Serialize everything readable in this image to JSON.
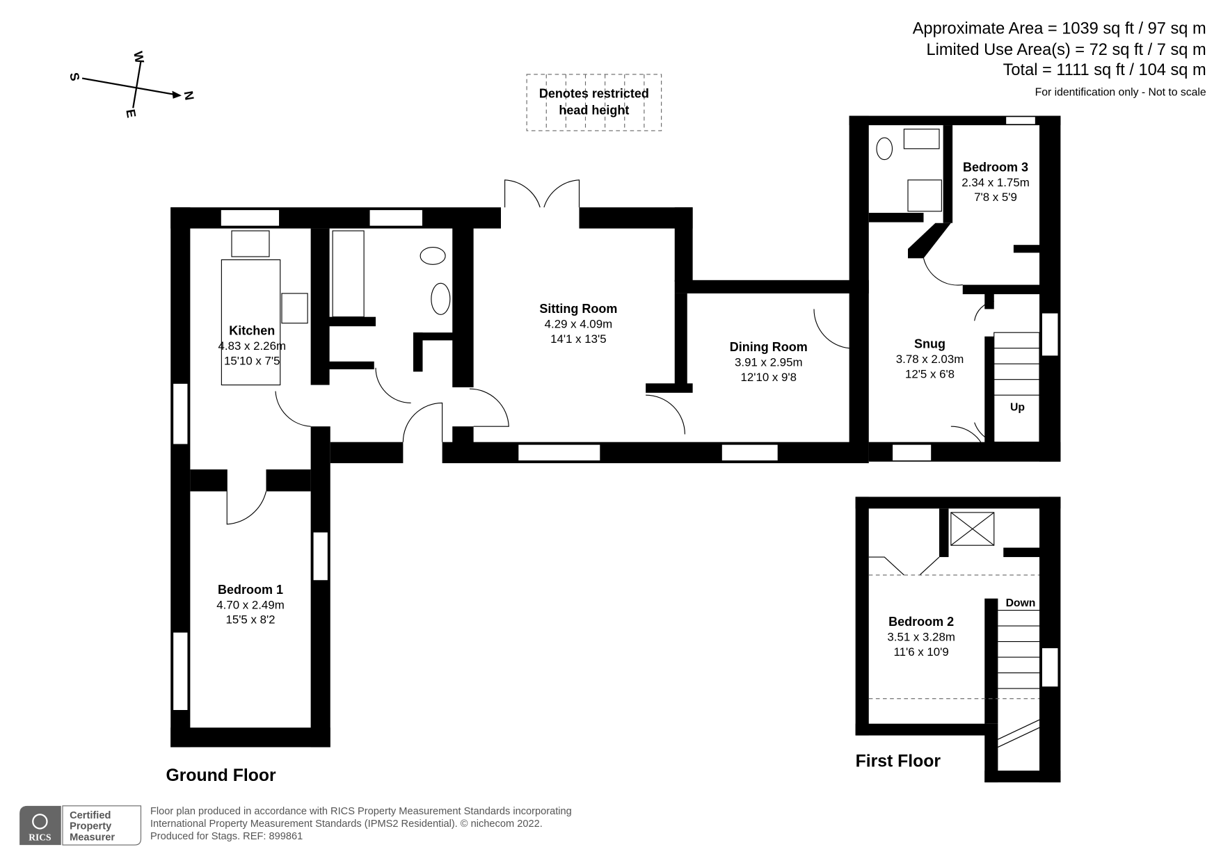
{
  "areas": {
    "approximate": "Approximate Area = 1039 sq ft / 97 sq m",
    "limited_use": "Limited Use Area(s) = 72 sq ft / 7 sq m",
    "total": "Total = 1111 sq ft / 104 sq m",
    "disclaimer": "For identification only - Not to scale"
  },
  "compass": {
    "north": "N",
    "south": "S",
    "east": "E",
    "west": "W"
  },
  "legend": {
    "line1": "Denotes restricted",
    "line2": "head height"
  },
  "ground_floor": {
    "title": "Ground Floor",
    "rooms": [
      {
        "name": "Kitchen",
        "metric": "4.83 x 2.26m",
        "imperial": "15'10 x 7'5"
      },
      {
        "name": "Sitting Room",
        "metric": "4.29 x 4.09m",
        "imperial": "14'1 x 13'5"
      },
      {
        "name": "Dining Room",
        "metric": "3.91 x 2.95m",
        "imperial": "12'10 x 9'8"
      },
      {
        "name": "Snug",
        "metric": "3.78 x 2.03m",
        "imperial": "12'5 x 6'8"
      },
      {
        "name": "Bedroom 3",
        "metric": "2.34 x 1.75m",
        "imperial": "7'8 x 5'9"
      },
      {
        "name": "Bedroom 1",
        "metric": "4.70 x 2.49m",
        "imperial": "15'5 x 8'2"
      }
    ],
    "stairs_label": "Up"
  },
  "first_floor": {
    "title": "First Floor",
    "rooms": [
      {
        "name": "Bedroom 2",
        "metric": "3.51 x 3.28m",
        "imperial": "11'6 x 10'9"
      }
    ],
    "stairs_label": "Down"
  },
  "footer": {
    "badge_brand": "RICS",
    "badge_line1": "Certified",
    "badge_line2": "Property",
    "badge_line3": "Measurer",
    "line1": "Floor plan produced in accordance with RICS Property Measurement Standards incorporating",
    "line2": "International Property Measurement Standards (IPMS2 Residential).   © nichecom 2022.",
    "line3": "Produced for Stags.   REF: 899861"
  }
}
